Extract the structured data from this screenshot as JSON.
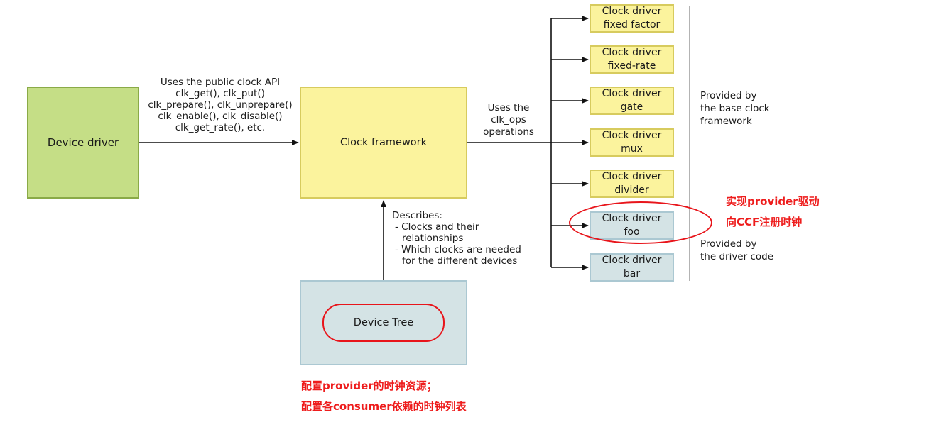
{
  "device_driver": "Device driver",
  "clock_framework": "Clock framework",
  "device_tree": "Device Tree",
  "api_note": [
    "Uses the public clock API",
    "clk_get(), clk_put()",
    "clk_prepare(), clk_unprepare()",
    "clk_enable(), clk_disable()",
    "clk_get_rate(), etc."
  ],
  "ops_note": [
    "Uses the",
    "clk_ops",
    "operations"
  ],
  "describes_note": [
    "Describes:",
    "- Clocks and their",
    "relationships",
    "- Which clocks are needed",
    "for the different devices"
  ],
  "drivers": [
    {
      "line1": "Clock driver",
      "line2": "fixed factor",
      "group": "base"
    },
    {
      "line1": "Clock driver",
      "line2": "fixed-rate",
      "group": "base"
    },
    {
      "line1": "Clock driver",
      "line2": "gate",
      "group": "base"
    },
    {
      "line1": "Clock driver",
      "line2": "mux",
      "group": "base"
    },
    {
      "line1": "Clock driver",
      "line2": "divider",
      "group": "base"
    },
    {
      "line1": "Clock driver",
      "line2": "foo",
      "group": "driver"
    },
    {
      "line1": "Clock driver",
      "line2": "bar",
      "group": "driver"
    }
  ],
  "base_note": [
    "Provided by",
    "the base clock",
    "framework"
  ],
  "driver_note": [
    "Provided by",
    "the driver code"
  ],
  "annotation_provider": [
    "实现provider驱动",
    "向CCF注册时钟"
  ],
  "annotation_dt": [
    "配置provider的时钟资源；",
    "配置各consumer依赖的时钟列表"
  ],
  "colors": {
    "driver_box": "#c5de86",
    "framework_box": "#fbf39d",
    "device_tree_box": "#d4e3e5",
    "annotation": "#ee1c1c"
  }
}
